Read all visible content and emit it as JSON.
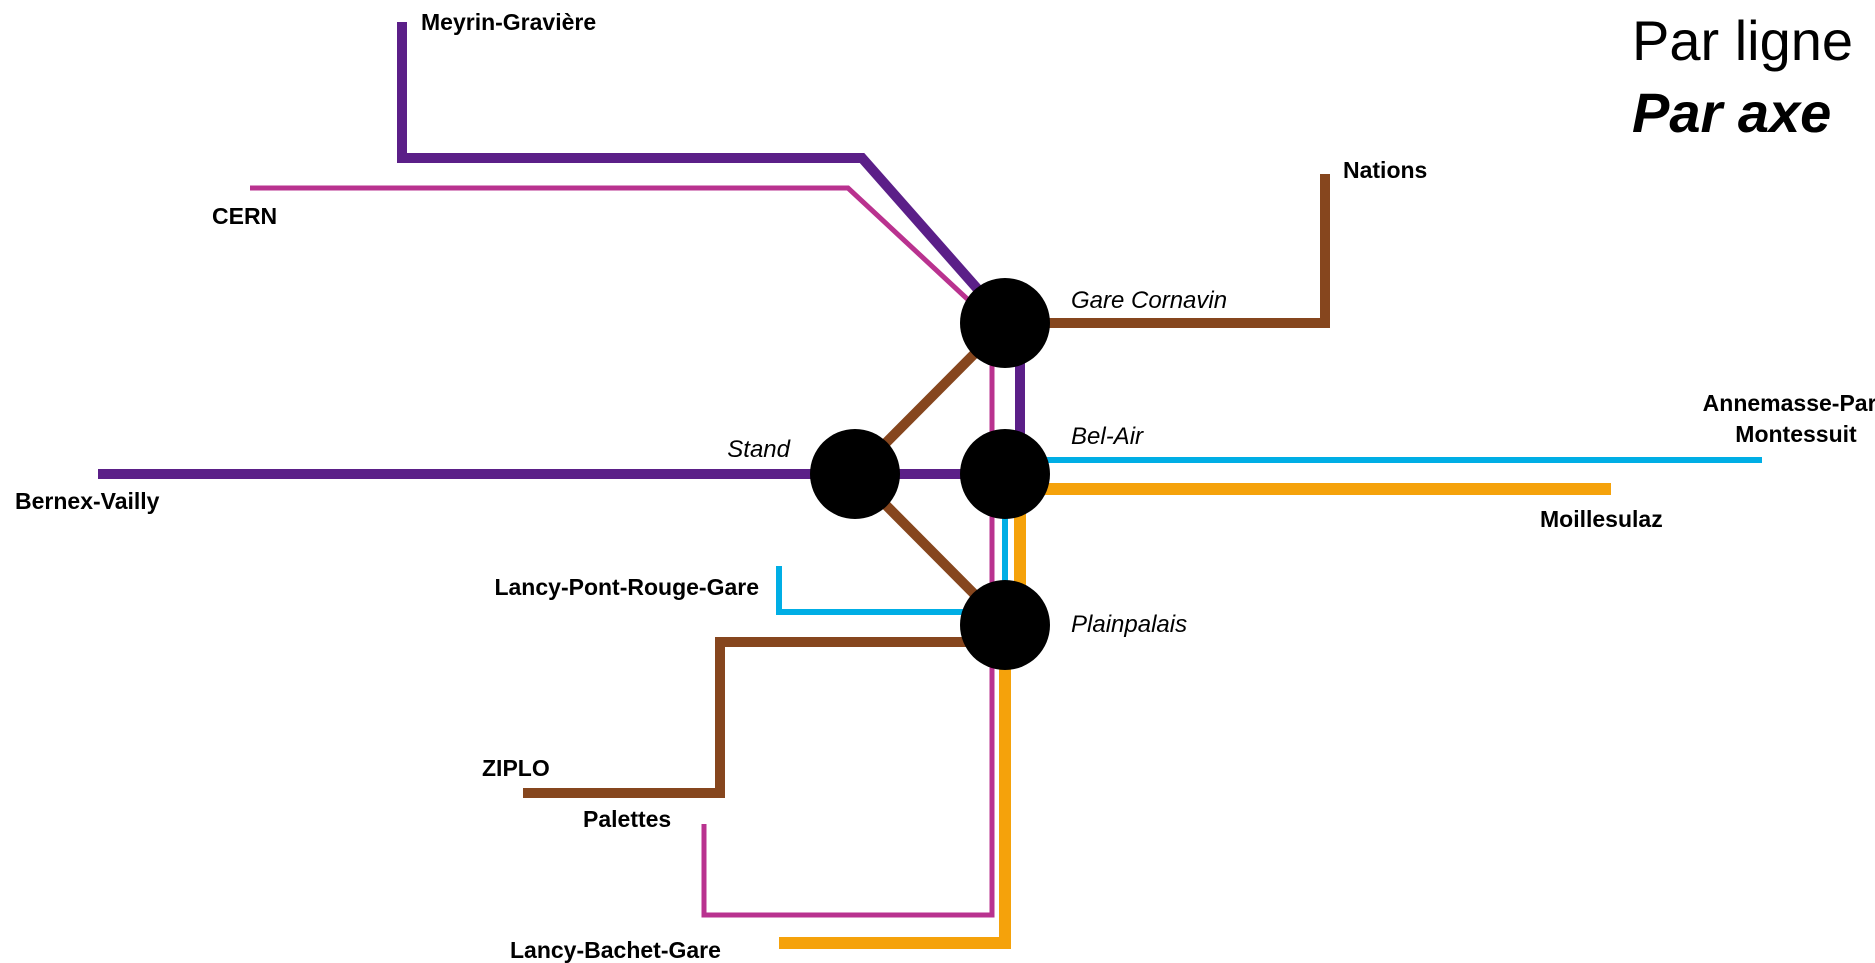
{
  "heading": {
    "line1": "Par ligne",
    "line2": "Par axe"
  },
  "colors": {
    "purple": "#5b1f88",
    "magenta": "#b9328f",
    "brown": "#86461e",
    "cyan": "#00aee5",
    "orange": "#f5a20b",
    "station": "#000000"
  },
  "lines": [
    {
      "name": "purple",
      "color_key": "purple",
      "termini": [
        "Meyrin-Gravière",
        "Bernex-Vailly"
      ]
    },
    {
      "name": "magenta",
      "color_key": "magenta",
      "termini": [
        "CERN",
        "Palettes"
      ]
    },
    {
      "name": "brown",
      "color_key": "brown",
      "termini": [
        "Nations",
        "ZIPLO"
      ]
    },
    {
      "name": "cyan",
      "color_key": "cyan",
      "termini": [
        "Lancy-Pont-Rouge-Gare",
        "Annemasse-Parc Montessuit"
      ]
    },
    {
      "name": "orange",
      "color_key": "orange",
      "termini": [
        "Lancy-Bachet-Gare",
        "Moillesulaz"
      ]
    }
  ],
  "stations": {
    "gare_cornavin": "Gare Cornavin",
    "bel_air": "Bel-Air",
    "stand": "Stand",
    "plainpalais": "Plainpalais"
  },
  "termini": {
    "meyrin": "Meyrin-Gravière",
    "cern": "CERN",
    "nations": "Nations",
    "annemasse_1": "Annemasse-Parc",
    "annemasse_2": "Montessuit",
    "bernex": "Bernex-Vailly",
    "moillesulaz": "Moillesulaz",
    "lancy_pont_rouge": "Lancy-Pont-Rouge-Gare",
    "ziplo": "ZIPLO",
    "palettes": "Palettes",
    "lancy_bachet": "Lancy-Bachet-Gare"
  }
}
